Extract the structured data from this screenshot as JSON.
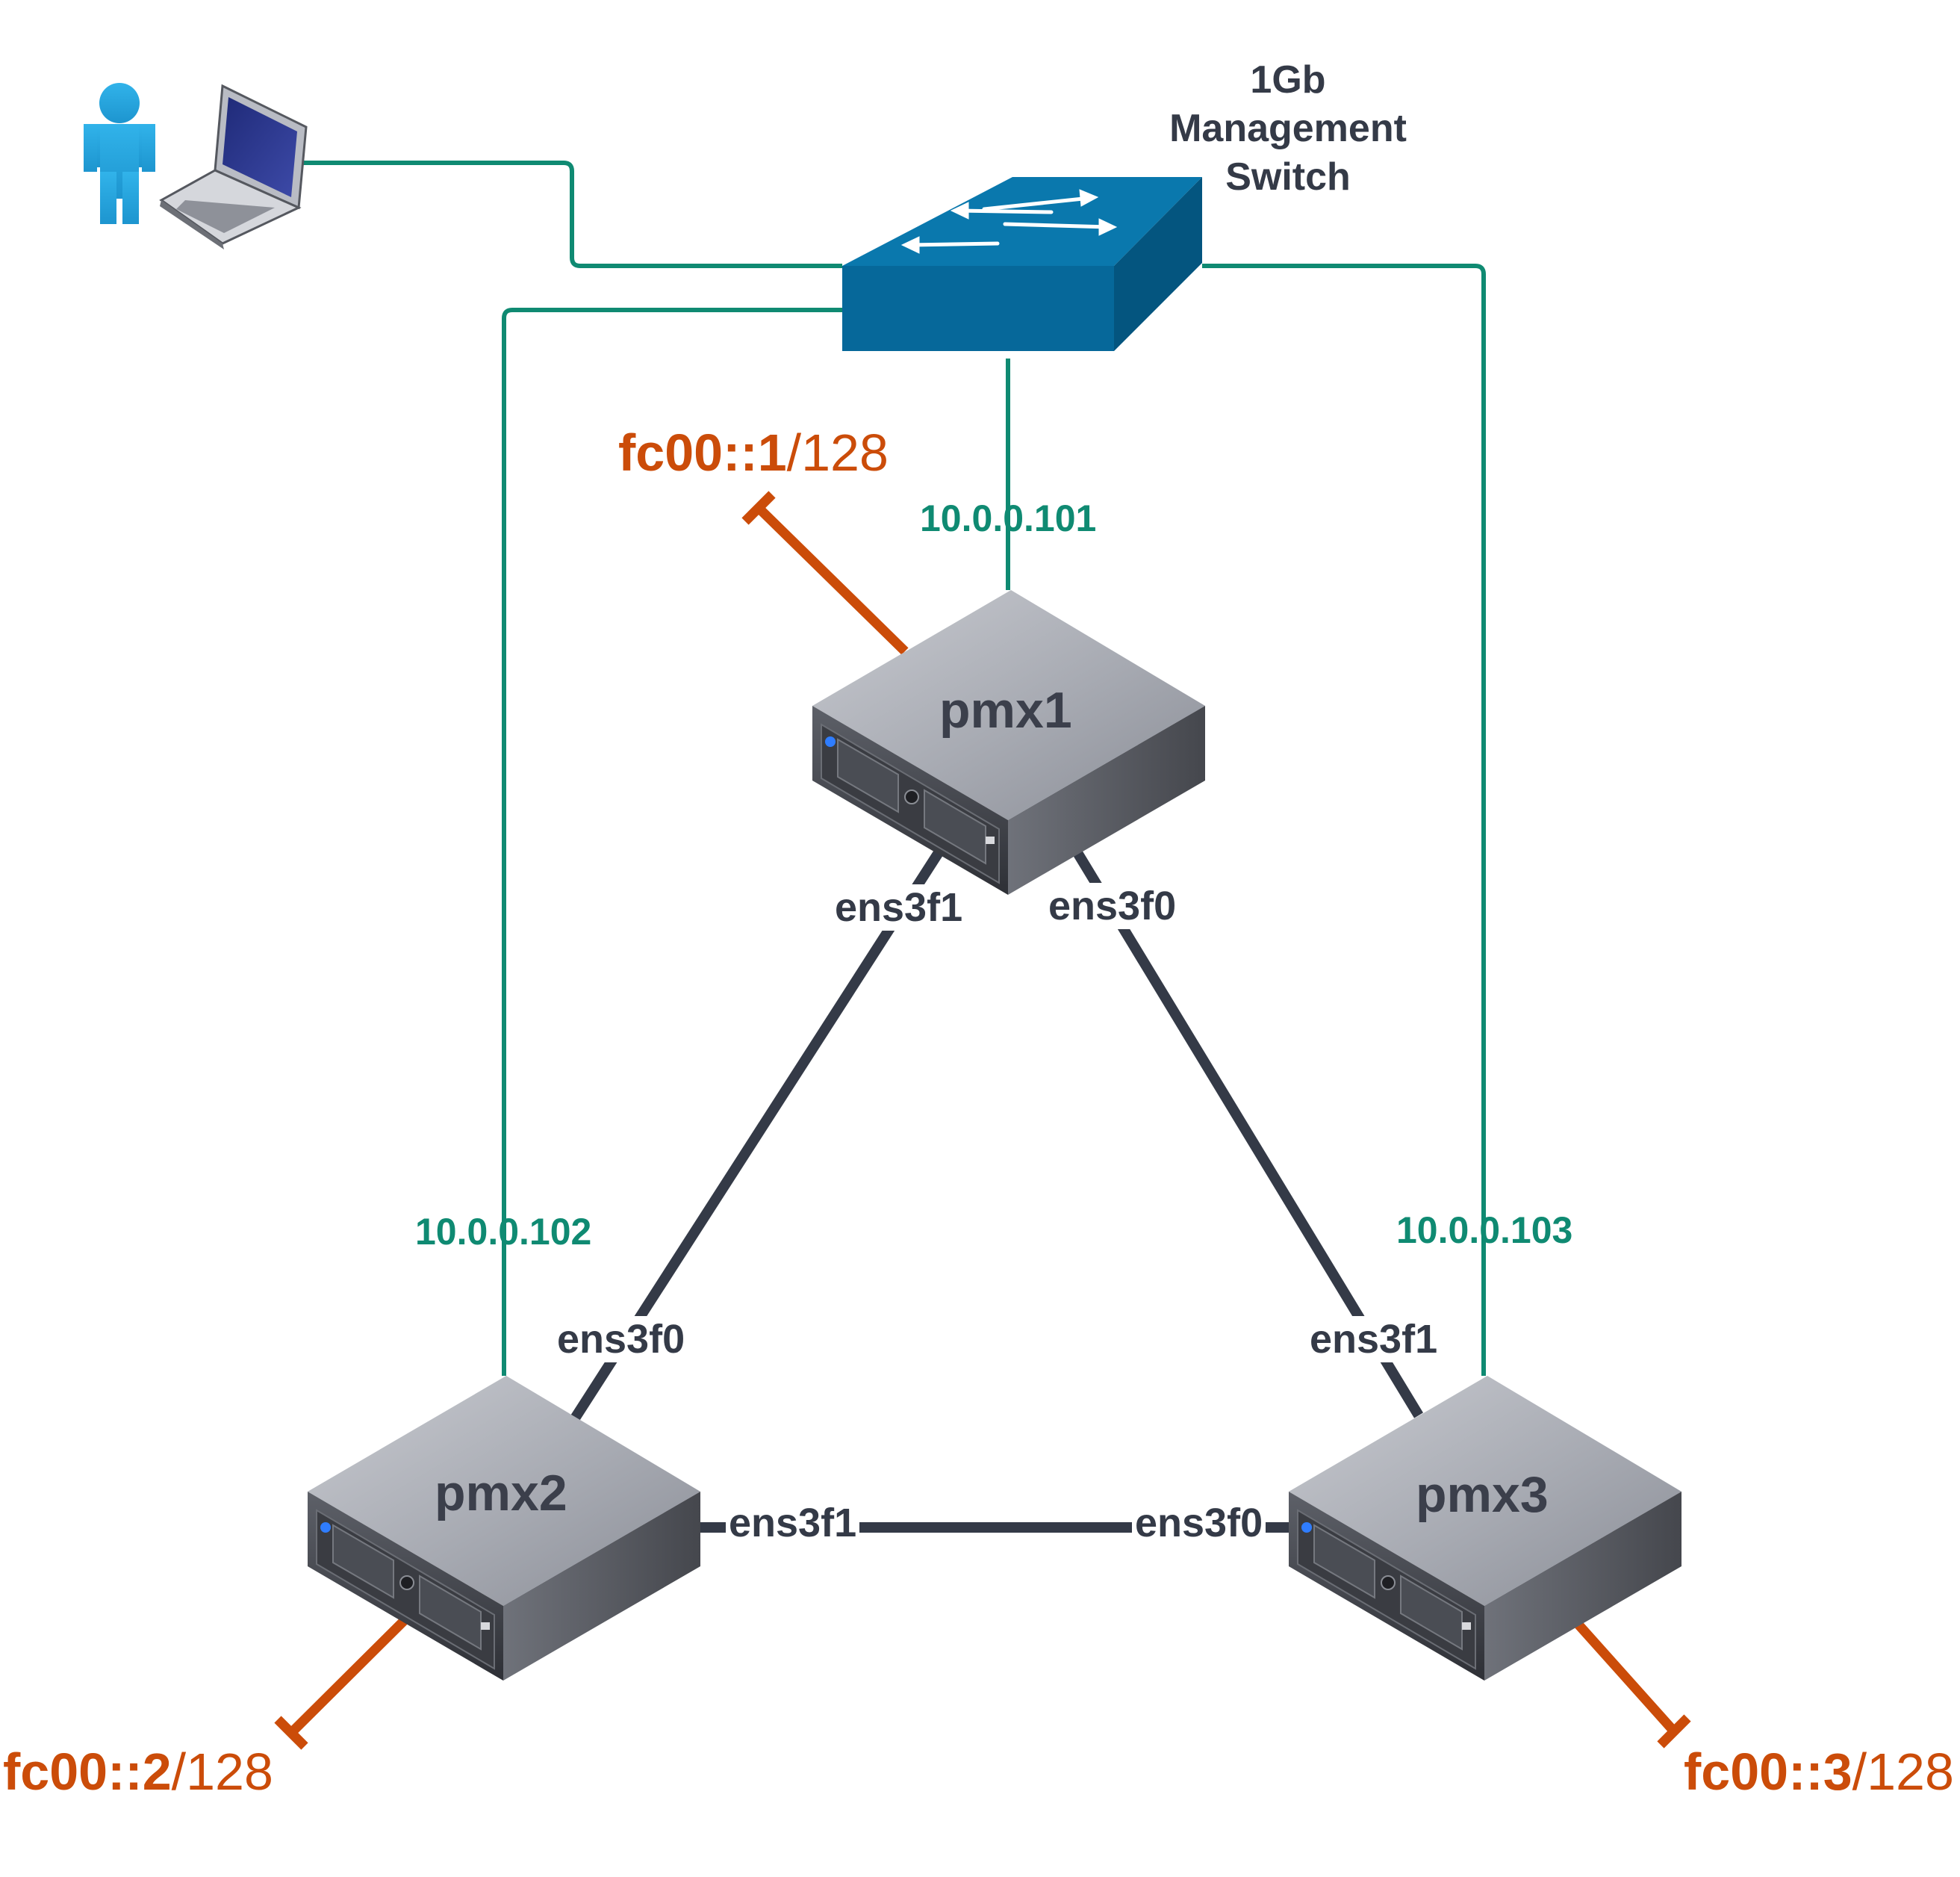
{
  "switch": {
    "title_lines": [
      "1Gb",
      "Management",
      "Switch"
    ],
    "icon": "network-switch-icon"
  },
  "workstation": {
    "icons": [
      "user-icon",
      "laptop-icon"
    ]
  },
  "nodes": [
    {
      "name": "pmx1",
      "mgmt_ip": "10.0.0.101",
      "ipv6_bold": "fc00::1",
      "ipv6_suffix": "/128",
      "ifaces": [
        "ens3f1",
        "ens3f0"
      ]
    },
    {
      "name": "pmx2",
      "mgmt_ip": "10.0.0.102",
      "ipv6_bold": "fc00::2",
      "ipv6_suffix": "/128",
      "ifaces": [
        "ens3f0",
        "ens3f1"
      ]
    },
    {
      "name": "pmx3",
      "mgmt_ip": "10.0.0.103",
      "ipv6_bold": "fc00::3",
      "ipv6_suffix": "/128",
      "ifaces": [
        "ens3f1",
        "ens3f0"
      ]
    }
  ],
  "colors": {
    "management_link": "#0f8a72",
    "ring_link": "#343a47",
    "ipv6_loopback": "#cb4c09",
    "switch_body": "#06689a",
    "user_icon": "#29abe2"
  }
}
